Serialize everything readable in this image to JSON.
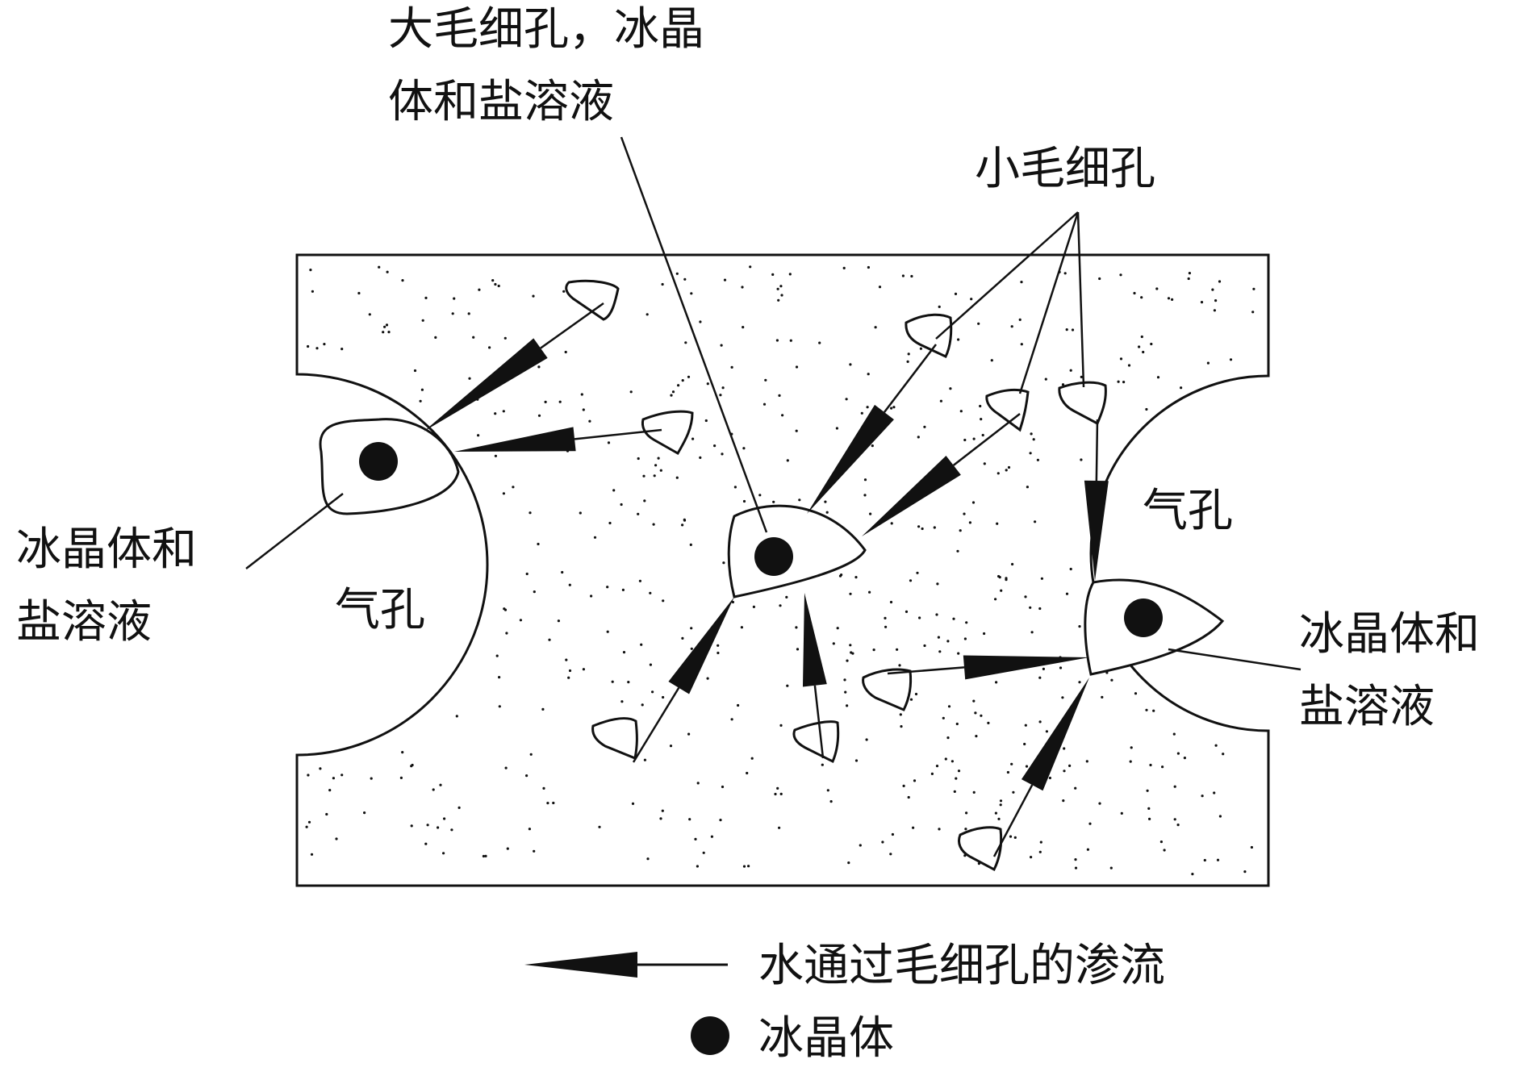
{
  "labels": {
    "big_capillary_line1": "大毛细孔，冰晶",
    "big_capillary_line2": "体和盐溶液",
    "small_capillary": "小毛细孔",
    "left_ice_line1": "冰晶体和",
    "left_ice_line2": "盐溶液",
    "left_pore": "气孔",
    "right_pore": "气孔",
    "right_ice_line1": "冰晶体和",
    "right_ice_line2": "盐溶液"
  },
  "legend": {
    "flow": "水通过毛细孔的渗流",
    "ice": "冰晶体"
  },
  "colors": {
    "stroke": "#111111",
    "fill": "#ffffff",
    "dot": "#111111"
  },
  "icons": {
    "flow": "tapered-arrow-icon",
    "ice": "filled-circle-icon"
  }
}
